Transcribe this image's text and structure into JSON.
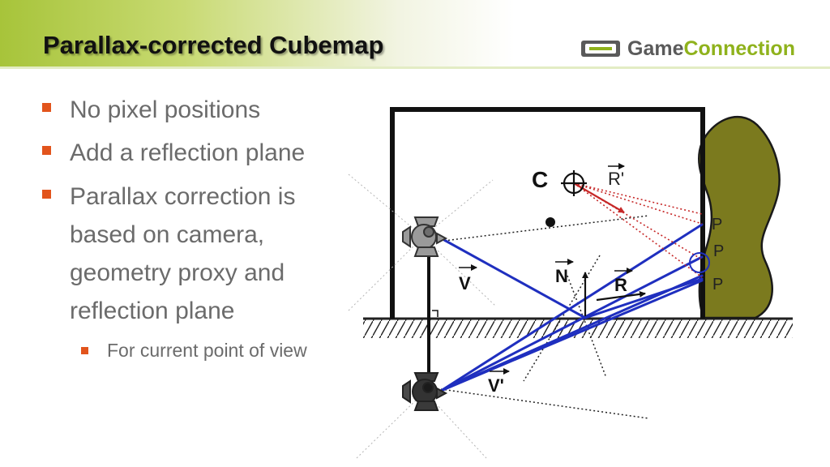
{
  "slide": {
    "title": "Parallax-corrected Cubemap",
    "logo": {
      "part1": "Game",
      "part2": "Connection"
    }
  },
  "bullets": [
    {
      "text": "No pixel positions",
      "level": 1
    },
    {
      "text": "Add a reflection plane",
      "level": 1
    },
    {
      "text": "Parallax correction is based on camera, geometry proxy and reflection plane",
      "level": 1
    },
    {
      "text": "For current point of view",
      "level": 2
    }
  ],
  "diagram": {
    "label_c": "C",
    "label_r_prime": "R'",
    "label_p1": "P",
    "label_p2": "P",
    "label_p3": "P",
    "label_v": "V",
    "label_n": "N",
    "label_r": "R",
    "label_v_prime": "V'"
  },
  "colors": {
    "accent": "#e2541c",
    "ray": "#1f2fbf",
    "reflected_ray": "#c62828",
    "blob": "#7b7a1e"
  }
}
